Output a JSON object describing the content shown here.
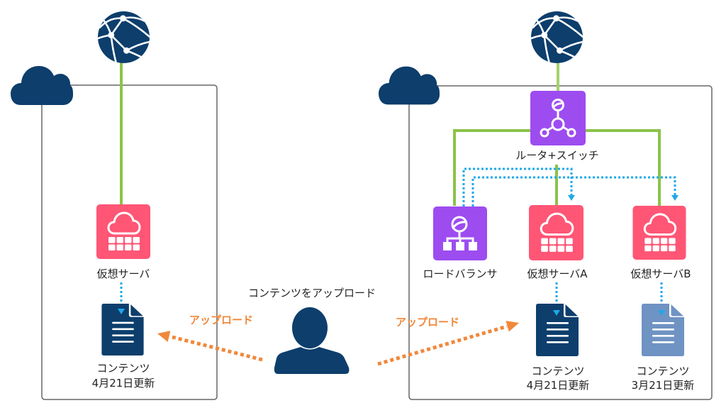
{
  "colors": {
    "navy": "#0d3e6c",
    "doc_stale": "#6f93c3",
    "pink": "#ff5676",
    "purple": "#9d4cf0",
    "green": "#8bc34a",
    "green_light": "#a3d26b",
    "blue_dotted": "#1ea8ea",
    "orange": "#f0883a",
    "border": "#666666"
  },
  "icons": {
    "internet": "globe-network-icon",
    "cloud": "cloud-icon",
    "virtual_server": "virtual-server-icon",
    "router_switch": "router-switch-icon",
    "load_balancer": "load-balancer-icon",
    "content": "document-icon",
    "user": "user-icon"
  },
  "left_environment": {
    "server": {
      "label": "仮想サーバ"
    },
    "content": {
      "title": "コンテンツ",
      "updated": "4月21日更新"
    }
  },
  "right_environment": {
    "router": {
      "label": "ルータ+スイッチ"
    },
    "load_balancer": {
      "label": "ロードバランサ"
    },
    "server_a": {
      "label": "仮想サーバA"
    },
    "server_b": {
      "label": "仮想サーバB"
    },
    "content_a": {
      "title": "コンテンツ",
      "updated": "4月21日更新"
    },
    "content_b": {
      "title": "コンテンツ",
      "updated": "3月21日更新"
    }
  },
  "user": {
    "caption": "コンテンツをアップロード"
  },
  "upload_arrows": {
    "left_label": "アップロード",
    "right_label": "アップロード"
  }
}
